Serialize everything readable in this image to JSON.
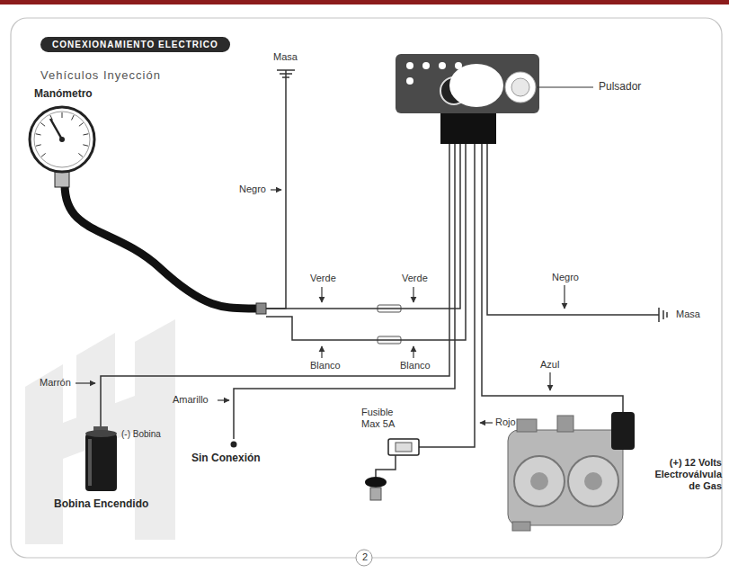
{
  "diagram": {
    "title": "CONEXIONAMIENTO ELECTRICO",
    "nodes": [
      {
        "text": [
          "Manómetro"
        ]
      },
      {
        "text": [
          "Pulsador"
        ]
      },
      {
        "text": [
          "Masa"
        ]
      },
      {
        "text": [
          "Masa"
        ]
      },
      {
        "text": [
          "(-) Bobina",
          "Bobina Encendido"
        ]
      },
      {
        "text": [
          "Sin Conexión"
        ]
      },
      {
        "text": [
          "Fusible Max 5A"
        ]
      },
      {
        "text": [
          "(+) 12 Volts Electroválvula de Gas"
        ]
      }
    ],
    "edges": [
      {
        "from": 1,
        "to": 0,
        "label": "Verde",
        "arrow": "none"
      },
      {
        "from": 1,
        "to": 0,
        "label": "Blanco",
        "arrow": "none"
      },
      {
        "from": 0,
        "to": 2,
        "label": "Negro",
        "arrow": "none"
      },
      {
        "from": 1,
        "to": 3,
        "label": "Negro",
        "arrow": "none"
      },
      {
        "from": 1,
        "to": 4,
        "label": "Marrón",
        "arrow": "none"
      },
      {
        "from": 1,
        "to": 5,
        "label": "Amarillo",
        "arrow": "none"
      },
      {
        "from": 1,
        "to": 6,
        "label": "Rojo",
        "arrow": "none"
      },
      {
        "from": 1,
        "to": 7,
        "label": "Azul",
        "arrow": "none"
      }
    ],
    "labels": [
      "Vehículos Inyección",
      "Verde",
      "Blanco",
      "2"
    ]
  }
}
